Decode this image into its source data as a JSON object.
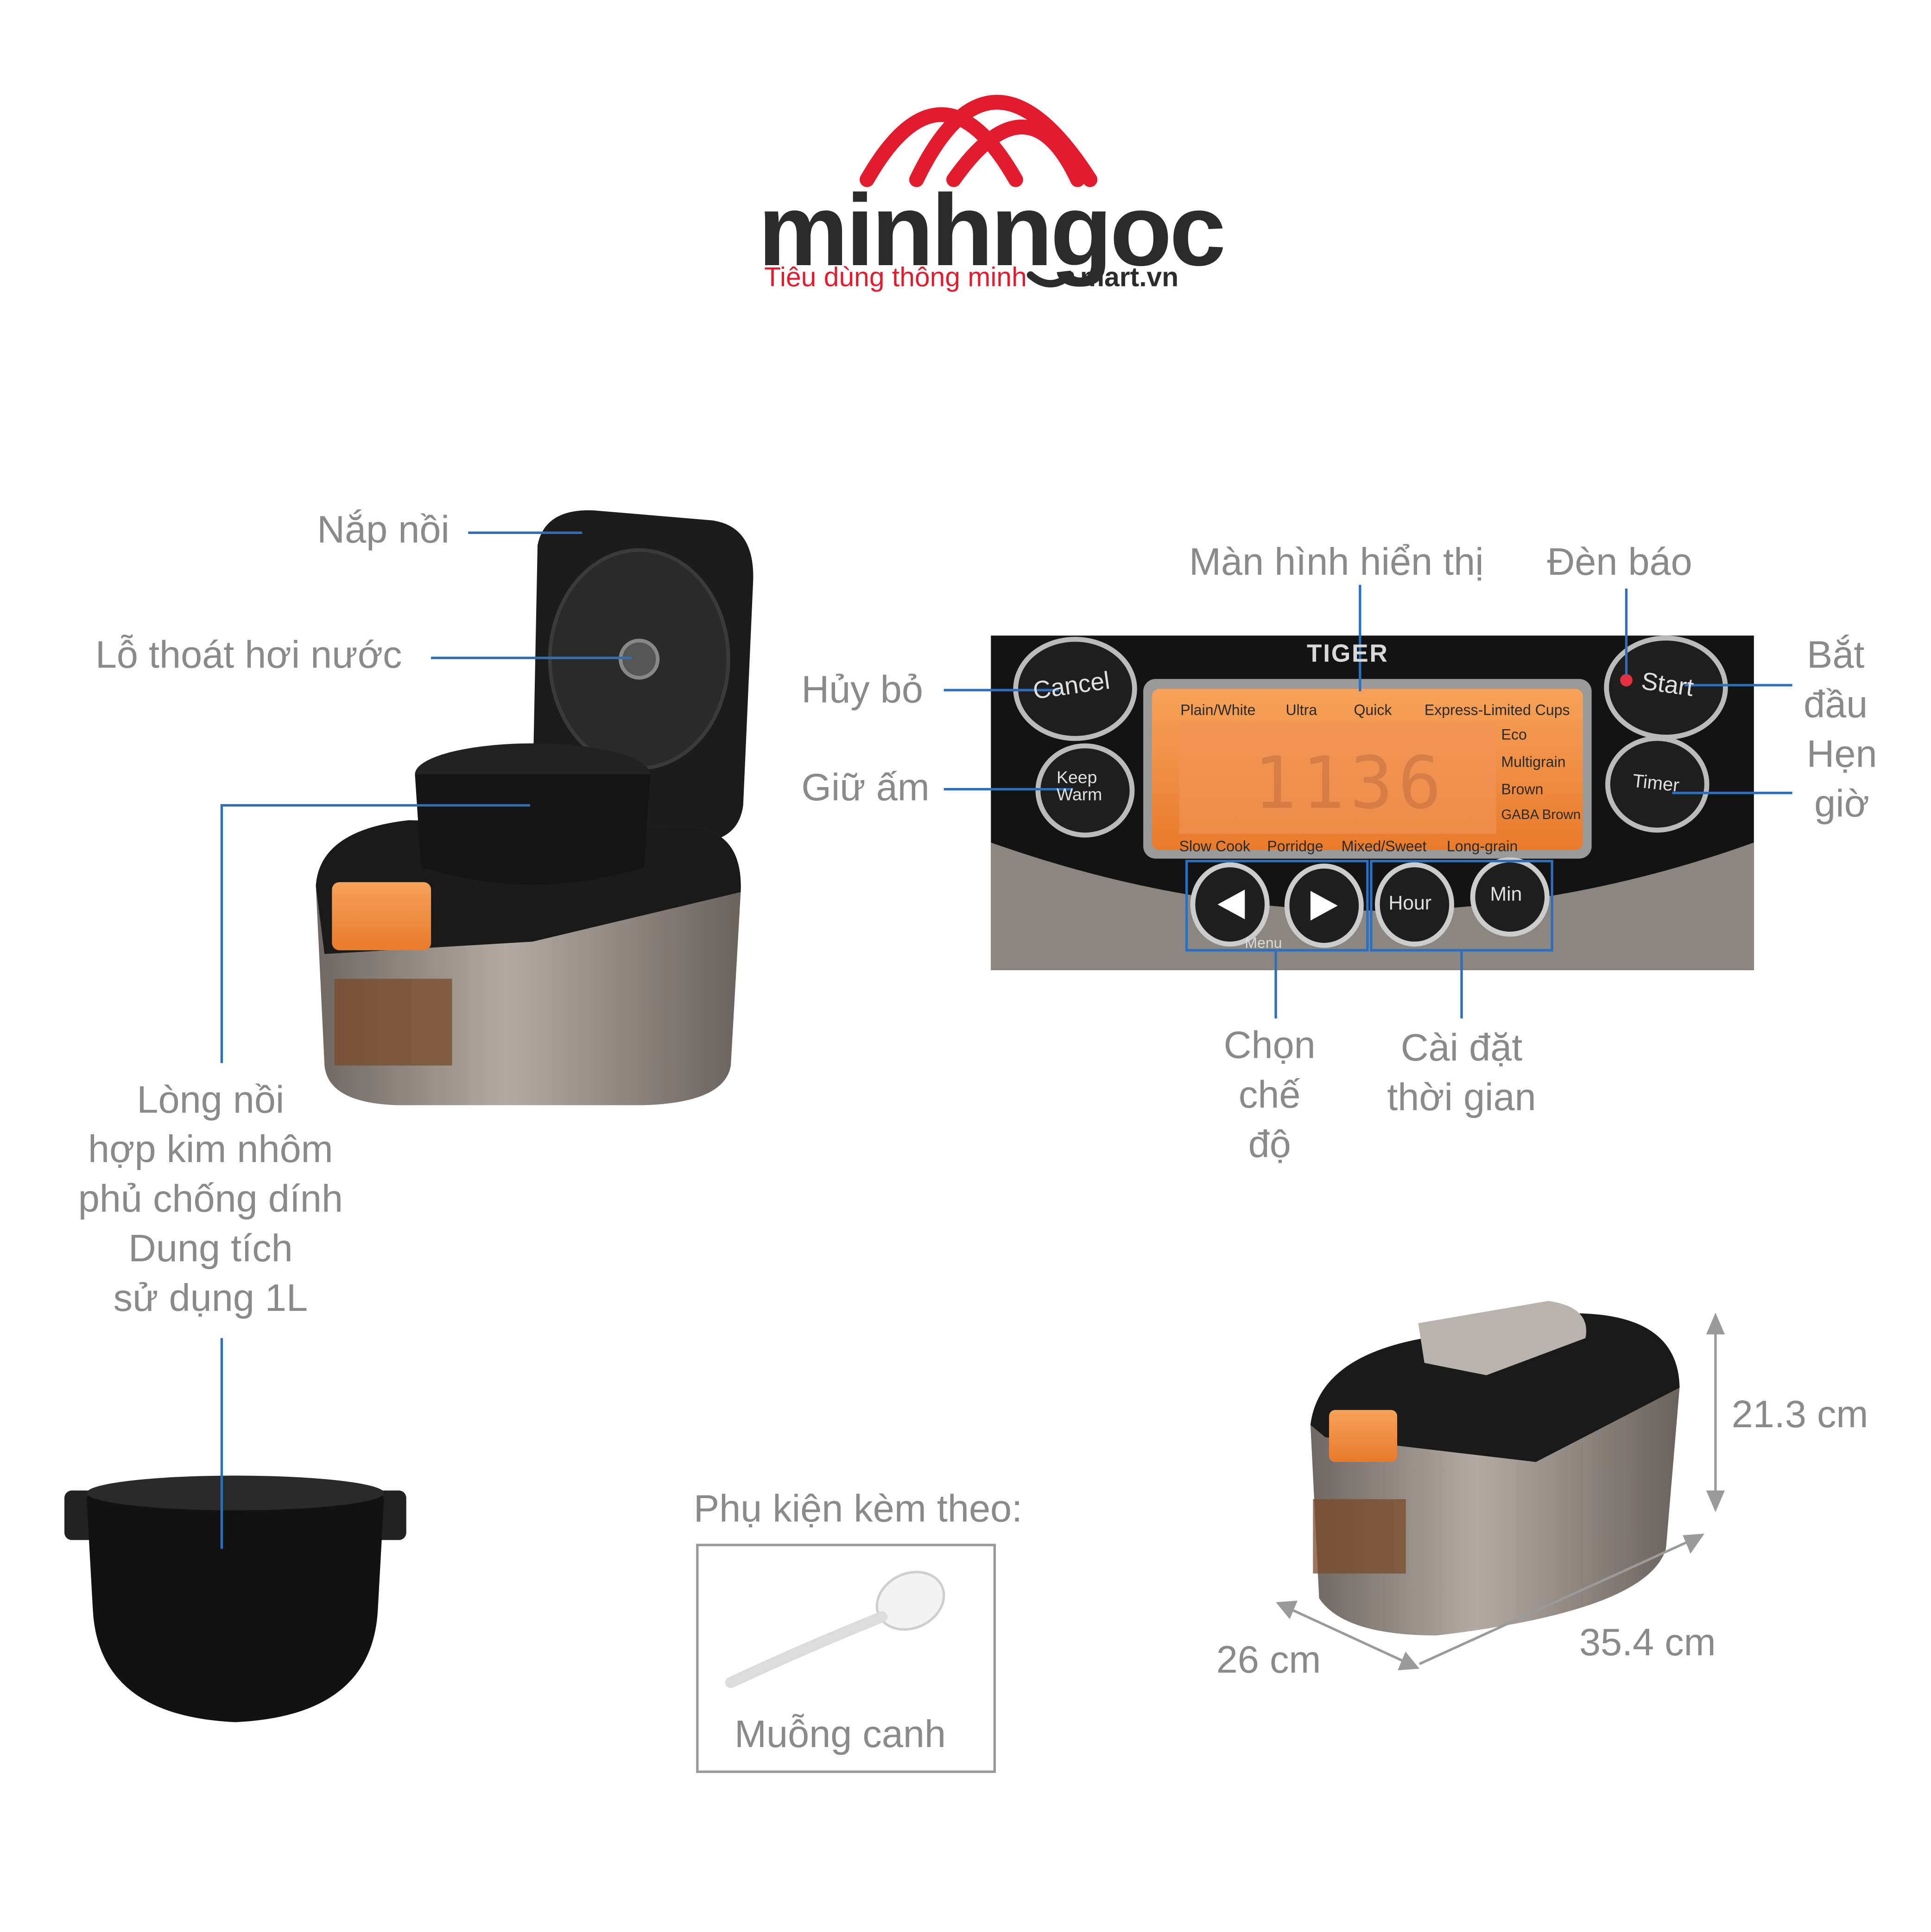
{
  "brand": {
    "wordmark": "minhngoc",
    "tagline": "Tiêu dùng thông minh",
    "domain": "mart.vn",
    "colors": {
      "arc": "#e31b2f",
      "text": "#2b2b2b",
      "tagline": "#e31b2f"
    }
  },
  "callouts": {
    "lid": "Nắp nồi",
    "steam_vent": "Lỗ thoát hơi nước",
    "inner_pot": [
      "Lòng nồi",
      "hợp kim nhôm",
      "phủ chống dính",
      "Dung tích",
      "sử dụng 1L"
    ],
    "display": "Màn hình hiển thị",
    "indicator_light": "Đèn báo",
    "cancel": "Hủy bỏ",
    "keep_warm": "Giữ ấm",
    "start": [
      "Bắt",
      "đầu"
    ],
    "timer": [
      "Hẹn",
      "giờ"
    ],
    "menu_select": [
      "Chọn",
      "chế",
      "độ"
    ],
    "time_setting": [
      "Cài đặt",
      "thời gian"
    ]
  },
  "control_panel": {
    "brand": "TIGER",
    "buttons": {
      "cancel": "Cancel",
      "keep": "Keep",
      "warm": "Warm",
      "start": "Start",
      "timer": "Timer",
      "hour": "Hour",
      "min": "Min",
      "menu": "Menu"
    },
    "display_digits": "1136",
    "menu_top": [
      "Plain/White",
      "Ultra",
      "Quick",
      "Express-Limited Cups"
    ],
    "menu_right": [
      "Eco",
      "Multigrain",
      "Brown",
      "GABA Brown"
    ],
    "menu_bottom": [
      "Slow Cook",
      "Porridge",
      "Mixed/Sweet",
      "Long-grain"
    ],
    "colors": {
      "lcd": "#f08c3c",
      "panel": "#151515",
      "accent": "#2b6fc4"
    }
  },
  "accessories": {
    "heading": "Phụ kiện kèm theo:",
    "item": "Muỗng canh"
  },
  "dimensions": {
    "height": "21.3 cm",
    "depth": "26 cm",
    "width": "35.4 cm"
  },
  "colors": {
    "leader_line": "#2f6fba",
    "label": "#8a8a8a"
  }
}
